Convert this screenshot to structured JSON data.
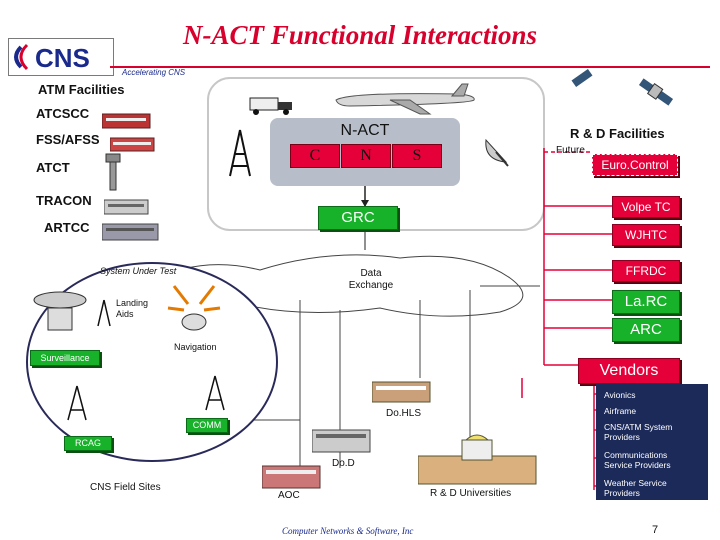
{
  "header": {
    "title": "N-ACT Functional Interactions",
    "logo_text": "CNS",
    "tagline": "Accelerating CNS"
  },
  "atm_facilities": {
    "heading": "ATM Facilities",
    "items": [
      "ATCSCC",
      "FSS/AFSS",
      "ATCT",
      "TRACON",
      "ARTCC"
    ]
  },
  "nact": {
    "title": "N-ACT",
    "cells": [
      "C",
      "N",
      "S"
    ]
  },
  "grc": {
    "label": "GRC"
  },
  "data_exchange": {
    "label": "Data\nExchange"
  },
  "rd_facilities": {
    "heading": "R & D Facilities",
    "future_label": "Future",
    "items": [
      "Euro.Control",
      "Volpe TC",
      "WJHTC",
      "FFRDC",
      "La.RC",
      "ARC"
    ]
  },
  "system_under_test": {
    "label": "System Under Test",
    "landing_aids": "Landing\nAids",
    "navigation": "Navigation",
    "surveillance": "Surveillance"
  },
  "vendors": {
    "label": "Vendors",
    "items": [
      "Avionics",
      "Airframe",
      "CNS/ATM System\nProviders",
      "Communications\nService Providers",
      "Weather Service\nProviders"
    ]
  },
  "bottom": {
    "dohls": "Do.HLS",
    "comm": "COMM",
    "rcag": "RCAG",
    "cns_field_sites": "CNS Field Sites",
    "dod": "Do.D",
    "aoc": "AOC",
    "rd_universities": "R & D Universities"
  },
  "footer": {
    "company": "Computer Networks & Software, Inc",
    "page_number": "7"
  },
  "colors": {
    "title_red": "#d8002c",
    "box_red": "#e6003a",
    "box_green": "#17b22a",
    "panel_gray": "#b7bec9"
  }
}
